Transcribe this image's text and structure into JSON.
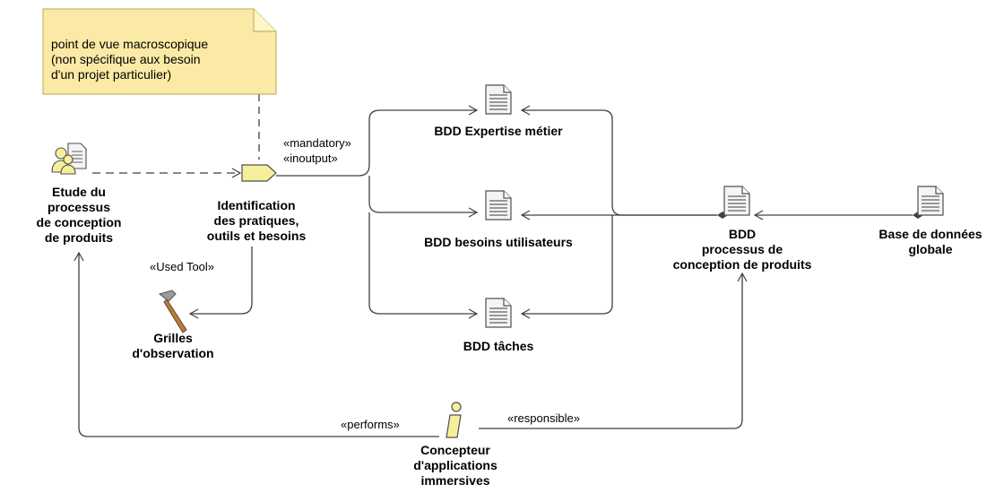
{
  "note": {
    "line1": "point de vue macroscopique",
    "line2": "(non spécifique aux besoin",
    "line3": "d'un projet particulier)"
  },
  "nodes": {
    "etude": {
      "line1": "Etude du",
      "line2": "processus",
      "line3": "de conception",
      "line4": "de produits"
    },
    "identification": {
      "line1": "Identification",
      "line2": "des pratiques,",
      "line3": "outils et besoins"
    },
    "grilles": {
      "line1": "Grilles",
      "line2": "d'observation"
    },
    "bdd_expertise": "BDD Expertise métier",
    "bdd_besoins": "BDD besoins utilisateurs",
    "bdd_taches": "BDD tâches",
    "bdd_processus": {
      "line1": "BDD",
      "line2": "processus de",
      "line3": "conception de produits"
    },
    "base_globale": {
      "line1": "Base de données",
      "line2": "globale"
    },
    "concepteur": {
      "line1": "Concepteur",
      "line2": "d'applications",
      "line3": "immersives"
    }
  },
  "stereotypes": {
    "mandatory": "«mandatory»",
    "inoutput": "«inoutput»",
    "used_tool": "«Used Tool»",
    "performs": "«performs»",
    "responsible": "«responsible»"
  },
  "colors": {
    "note_fill": "#fbeaa6",
    "note_border": "#c8b46a",
    "task_fill": "#f5ef9c",
    "line": "#404040"
  },
  "icons": [
    "document-icon",
    "process-package-icon",
    "task-use-icon",
    "hammer-tool-icon",
    "role-person-icon"
  ]
}
